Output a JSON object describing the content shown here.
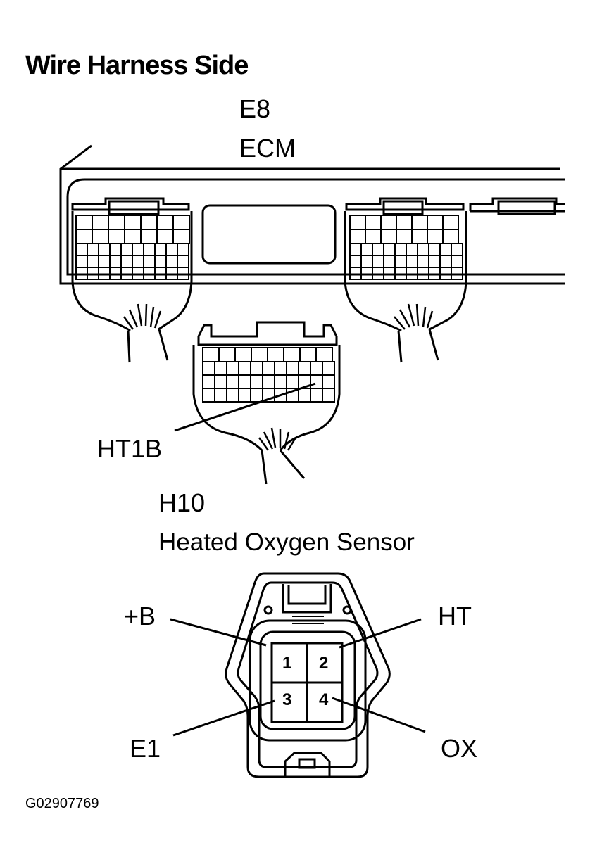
{
  "title": "Wire Harness Side",
  "ecm": {
    "code": "E8",
    "name": "ECM"
  },
  "harness_connector": {
    "label": "HT1B"
  },
  "sensor": {
    "code": "H10",
    "name": "Heated Oxygen Sensor"
  },
  "pins": [
    {
      "number": "1",
      "terminal": "+B"
    },
    {
      "number": "2",
      "terminal": "HT"
    },
    {
      "number": "3",
      "terminal": "E1"
    },
    {
      "number": "4",
      "terminal": "OX"
    }
  ],
  "figure_code": "G02907769"
}
